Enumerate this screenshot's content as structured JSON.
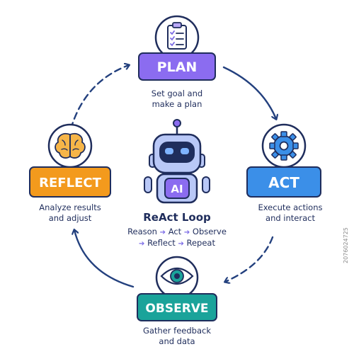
{
  "stages": {
    "plan": {
      "label": "PLAN",
      "caption": [
        "Set goal and",
        "make a plan"
      ],
      "icon": "clipboard-checklist-icon",
      "color": "#8b6cf0"
    },
    "act": {
      "label": "ACT",
      "caption": [
        "Execute actions",
        "and interact"
      ],
      "icon": "gear-icon",
      "color": "#3b8fe8"
    },
    "observe": {
      "label": "OBSERVE",
      "caption": [
        "Gather feedback",
        "and data"
      ],
      "icon": "eye-icon",
      "color": "#1aa39a"
    },
    "reflect": {
      "label": "REFLECT",
      "caption": [
        "Analyze results",
        "and adjust"
      ],
      "icon": "brain-icon",
      "color": "#f39a1d"
    }
  },
  "center": {
    "robot_badge": "AI",
    "title": "ReAct Loop",
    "line1": [
      "Reason",
      "Act",
      "Observe"
    ],
    "line2": [
      "Reflect",
      "Repeat"
    ],
    "arrow": "➔"
  },
  "watermark": "2076024725",
  "colors": {
    "outline": "#1f2d5c",
    "ring": "#23407e",
    "accent": "#7b6be6"
  }
}
